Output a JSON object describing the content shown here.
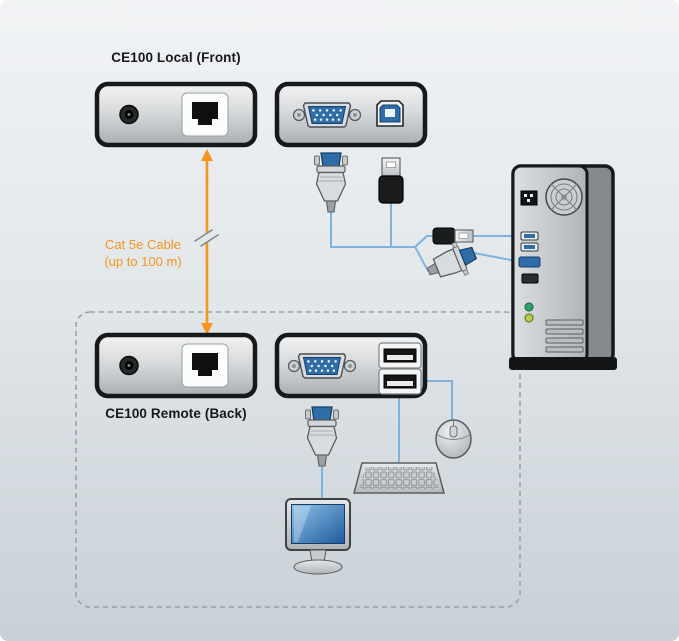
{
  "labels": {
    "local_title": "CE100 Local (Front)",
    "remote_title": "CE100 Remote (Back)",
    "cat5_line1": "Cat 5e Cable",
    "cat5_line2": "(up to 100 m)"
  },
  "colors": {
    "accent_orange": "#F7941E",
    "vga_blue": "#2E6DA8",
    "vga_blue_dark": "#173F66",
    "cable_blue": "#7FB2DC",
    "screen_blue": "#2F6FB0",
    "bg_top": "#F1F3F5",
    "bg_bottom": "#C8D0D6",
    "outline_dark": "#17181A",
    "dashed_border": "#9AA1A7"
  },
  "icons": {
    "dc_power_jack": "black concentric circle jack",
    "rj45_port": "black modular jack silhouette in white panel",
    "vga_port": "blue DE-15 female connector with screw nuts",
    "usb_b_port": "square USB Type-B socket",
    "vga_plug": "blue DE-15 male plug with gray hood",
    "usb_a_plug": "black USB Type-A male plug with metal shield",
    "usb_a_ports": "dual stacked USB Type-A sockets",
    "fan_grille": "round vent with concentric rings",
    "cable_break": "double slash cable break mark",
    "double_arrow": "vertical orange two-headed arrow"
  }
}
